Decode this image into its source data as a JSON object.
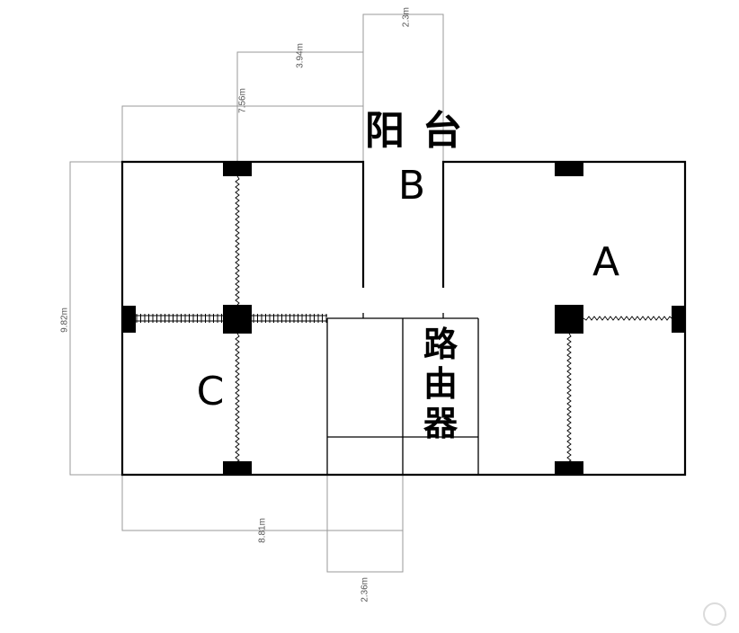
{
  "labels": {
    "room_a": "A",
    "room_b": "B",
    "room_c": "C",
    "balcony_1": "阳",
    "balcony_2": "台",
    "router_1": "路",
    "router_2": "由",
    "router_3": "器"
  },
  "dimensions": {
    "d_2_3": "2.3m",
    "d_3_94": "3.94m",
    "d_7_56": "7.56m",
    "d_9_82": "9.82m",
    "d_8_81": "8.81m",
    "d_2_36": "2.36m"
  },
  "colors": {
    "wall": "#000000",
    "dim_line": "#888888"
  }
}
